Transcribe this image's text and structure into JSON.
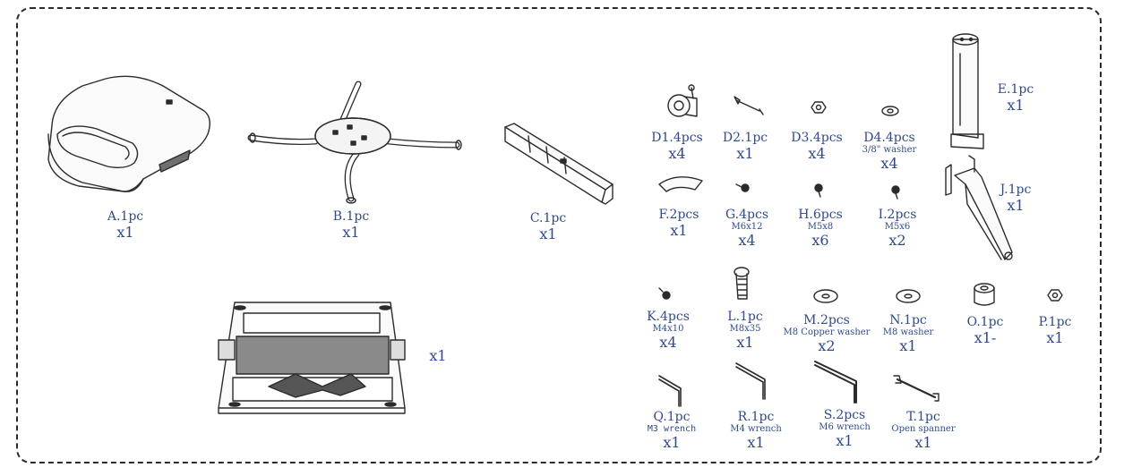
{
  "parts": {
    "A": {
      "name": "A.1pc",
      "qty": "x1"
    },
    "B": {
      "name": "B.1pc",
      "qty": "x1"
    },
    "C": {
      "name": "C.1pc",
      "qty": "x1"
    },
    "D1": {
      "name": "D1.4pcs",
      "qty": "x4"
    },
    "D2": {
      "name": "D2.1pc",
      "qty": "x1"
    },
    "D3": {
      "name": "D3.4pcs",
      "qty": "x4"
    },
    "D4": {
      "name": "D4.4pcs",
      "spec": "3/8\" washer",
      "qty": "x4"
    },
    "E": {
      "name": "E.1pc",
      "qty": "x1"
    },
    "F": {
      "name": "F.2pcs",
      "qty": "x1"
    },
    "G": {
      "name": "G.4pcs",
      "spec": "M6x12",
      "qty": "x4"
    },
    "H": {
      "name": "H.6pcs",
      "spec": "M5x8",
      "qty": "x6"
    },
    "I": {
      "name": "I.2pcs",
      "spec": "M5x6",
      "qty": "x2"
    },
    "J": {
      "name": "J.1pc",
      "qty": "x1"
    },
    "K": {
      "name": "K.4pcs",
      "spec": "M4x10",
      "qty": "x4"
    },
    "L": {
      "name": "L.1pc",
      "spec": "M8x35",
      "qty": "x1"
    },
    "M": {
      "name": "M.2pcs",
      "spec": "M8 Copper washer",
      "qty": "x2"
    },
    "N": {
      "name": "N.1pc",
      "spec": "M8 washer",
      "qty": "x1"
    },
    "O": {
      "name": "O.1pc",
      "qty": "x1-"
    },
    "P": {
      "name": "P.1pc",
      "qty": "x1"
    },
    "Q": {
      "name": "Q.1pc",
      "spec": "M3 wrench",
      "qty": "x1"
    },
    "R": {
      "name": "R.1pc",
      "spec": "M4 wrench",
      "qty": "x1"
    },
    "S": {
      "name": "S.2pcs",
      "spec": "M6 wrench",
      "qty": "x1"
    },
    "T": {
      "name": "T.1pc",
      "spec": "Open spanner",
      "qty": "x1"
    },
    "frame": {
      "qty": "x1"
    }
  },
  "colors": {
    "label": "#2f4a93",
    "line": "#2b2b2b",
    "fill_dark": "#6f6f6f"
  }
}
